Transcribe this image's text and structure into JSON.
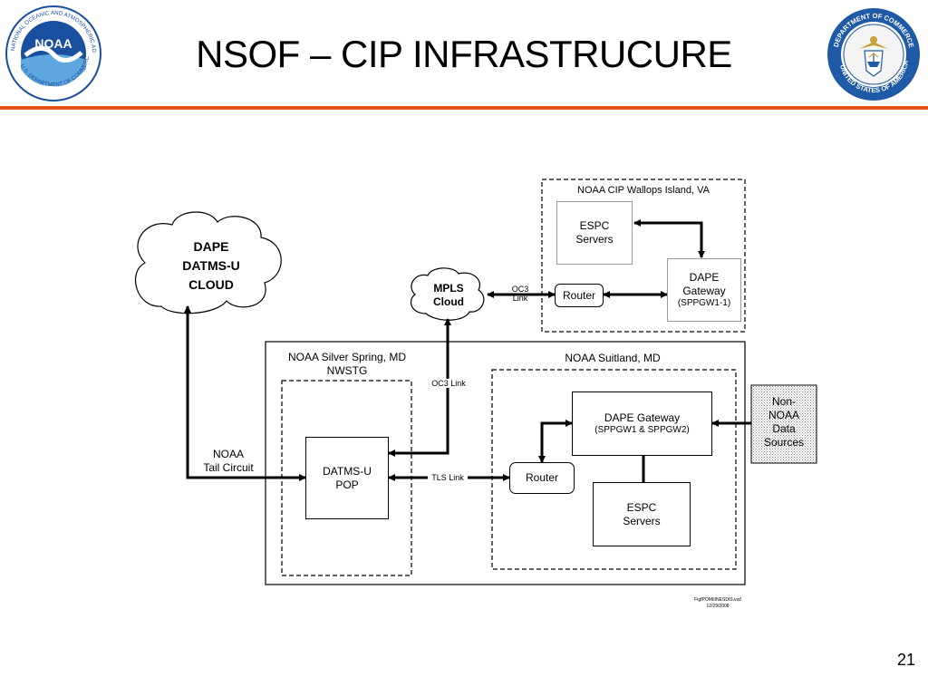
{
  "slide": {
    "title": "NSOF – CIP INFRASTRUCURE",
    "page_number": "21",
    "rule_color": "#e8501a",
    "footer_file": "FigfPOMIIINESDIS.vsd",
    "footer_date": "12/29/2008"
  },
  "logos": {
    "left": {
      "icon": "noaa-logo-icon",
      "text": "NOAA",
      "ring_text": "NATIONAL OCEANIC AND ATMOSPHERIC ADMINISTRATION • U.S. DEPARTMENT OF COMMERCE",
      "colors": {
        "blue": "#1a4fa0",
        "light": "#5ea8df"
      }
    },
    "right": {
      "icon": "department-of-commerce-seal-icon",
      "text": "DEPARTMENT OF COMMERCE",
      "ring_text_bottom": "UNITED STATES OF AMERICA",
      "colors": {
        "blue": "#1f5aa6",
        "gold": "#c8a23a"
      }
    }
  },
  "diagram": {
    "cloud_dape": {
      "line1": "DAPE",
      "line2": "DATMS-U",
      "line3": "CLOUD"
    },
    "cloud_mpls": {
      "line1": "MPLS",
      "line2": "Cloud"
    },
    "wallops": {
      "title": "NOAA CIP Wallops Island, VA",
      "espc": {
        "line1": "ESPC",
        "line2": "Servers"
      },
      "router": "Router",
      "gateway": {
        "line1": "DAPE",
        "line2": "Gateway",
        "line3": "(SPPGW1-1)"
      }
    },
    "silver_spring": {
      "title_line1": "NOAA Silver Spring, MD",
      "title_line2": "NWSTG",
      "datms": {
        "line1": "DATMS-U",
        "line2": "POP"
      }
    },
    "suitland": {
      "title": "NOAA Suitland, MD",
      "gateway": {
        "line1": "DAPE Gateway",
        "line2": "(SPPGW1 & SPPGW2)"
      },
      "router": "Router",
      "espc": {
        "line1": "ESPC",
        "line2": "Servers"
      }
    },
    "non_noaa": {
      "line1": "Non-",
      "line2": "NOAA",
      "line3": "Data",
      "line4": "Sources"
    },
    "links": {
      "oc3_top_line1": "OC3",
      "oc3_top_line2": "Link",
      "oc3_vertical": "OC3 Link",
      "tls": "TLS Link",
      "tail_line1": "NOAA",
      "tail_line2": "Tail Circuit"
    }
  }
}
